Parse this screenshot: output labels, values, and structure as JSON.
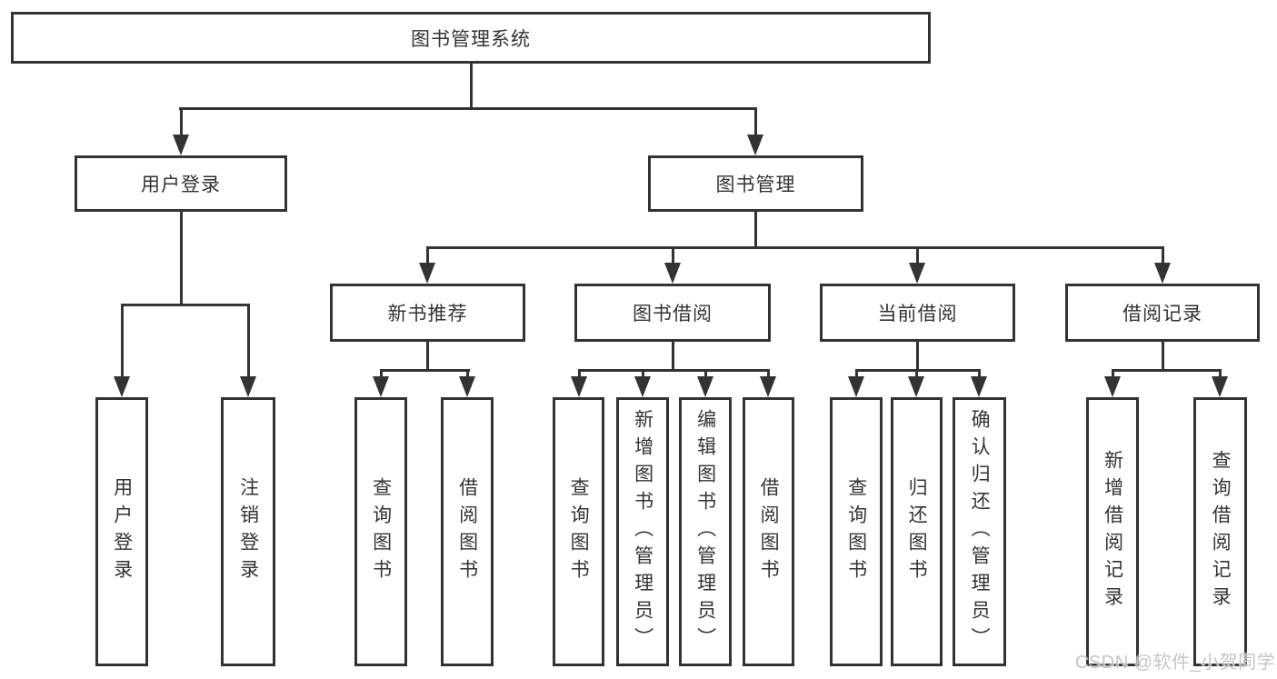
{
  "diagram": {
    "root": {
      "label": "图书管理系统"
    },
    "level2": [
      {
        "label": "用户登录"
      },
      {
        "label": "图书管理"
      }
    ],
    "level3": [
      {
        "label": "新书推荐"
      },
      {
        "label": "图书借阅"
      },
      {
        "label": "当前借阅"
      },
      {
        "label": "借阅记录"
      }
    ],
    "leaves": [
      {
        "label": "用户登录"
      },
      {
        "label": "注销登录"
      },
      {
        "label": "查询图书"
      },
      {
        "label": "借阅图书"
      },
      {
        "label": "查询图书"
      },
      {
        "label": "新增图书（管理员）"
      },
      {
        "label": "编辑图书（管理员）"
      },
      {
        "label": "借阅图书"
      },
      {
        "label": "查询图书"
      },
      {
        "label": "归还图书"
      },
      {
        "label": "确认归还（管理员）"
      },
      {
        "label": "新增借阅记录"
      },
      {
        "label": "查询借阅记录"
      }
    ]
  },
  "watermark": {
    "text": "CSDN @软件_小贺同学"
  },
  "colors": {
    "line": "#333333",
    "text": "#333333",
    "background": "#ffffff",
    "watermark": "#bfbfbf"
  }
}
